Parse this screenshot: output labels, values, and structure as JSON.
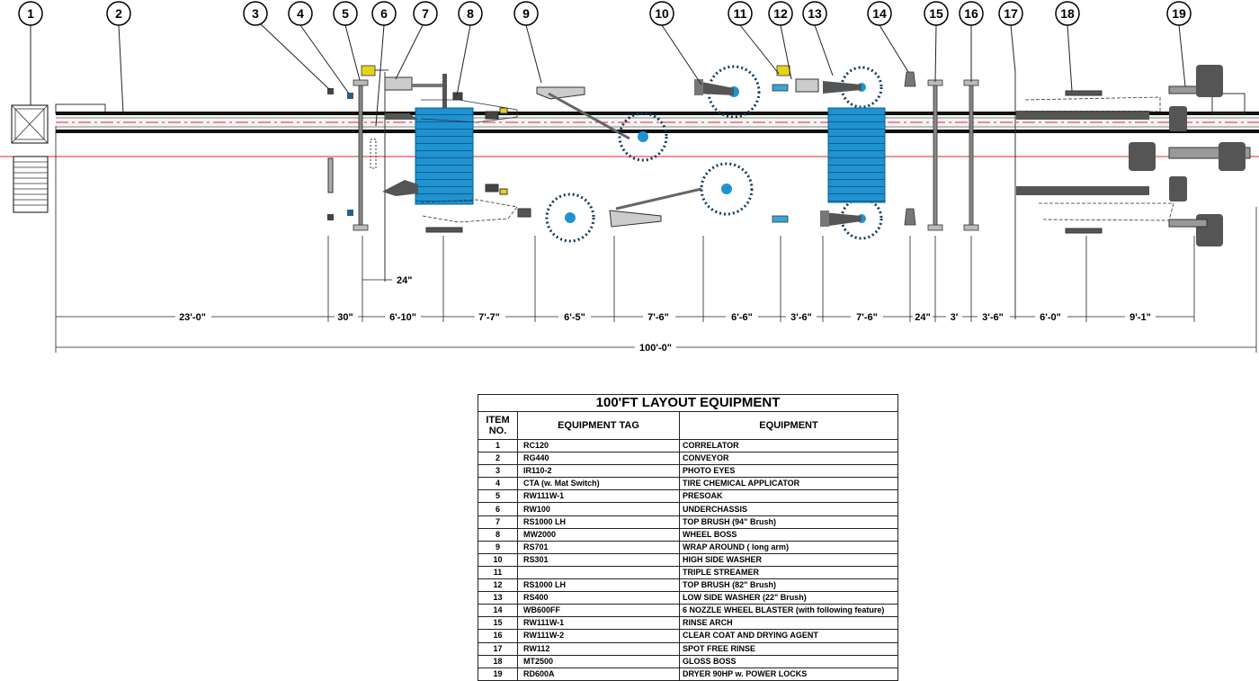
{
  "callouts": [
    "1",
    "2",
    "3",
    "4",
    "5",
    "6",
    "7",
    "8",
    "9",
    "10",
    "11",
    "12",
    "13",
    "14",
    "15",
    "16",
    "17",
    "18",
    "19"
  ],
  "dimensions": {
    "segments": [
      "23'-0\"",
      "30\"",
      "6'-10\"",
      "7'-7\"",
      "6'-5\"",
      "7'-6\"",
      "6'-6\"",
      "3'-6\"",
      "7'-6\"",
      "24\"",
      "3'",
      "3'-6\"",
      "6'-0\"",
      "9'-1\""
    ],
    "total": "100'-0\"",
    "underchassis": "24\""
  },
  "table": {
    "title": "100'FT LAYOUT EQUIPMENT",
    "headers": {
      "item_no": "ITEM NO.",
      "tag": "EQUIPMENT TAG",
      "equipment": "EQUIPMENT"
    },
    "rows": [
      {
        "no": "1",
        "tag": "RC120",
        "equipment": "CORRELATOR"
      },
      {
        "no": "2",
        "tag": "RG440",
        "equipment": "CONVEYOR"
      },
      {
        "no": "3",
        "tag": "IR110-2",
        "equipment": "PHOTO EYES"
      },
      {
        "no": "4",
        "tag": "CTA (w. Mat Switch)",
        "equipment": "TIRE CHEMICAL APPLICATOR"
      },
      {
        "no": "5",
        "tag": "RW111W-1",
        "equipment": "PRESOAK"
      },
      {
        "no": "6",
        "tag": "RW100",
        "equipment": "UNDERCHASSIS"
      },
      {
        "no": "7",
        "tag": "RS1000 LH",
        "equipment": "TOP BRUSH (94\" Brush)"
      },
      {
        "no": "8",
        "tag": "MW2000",
        "equipment": "WHEEL BOSS"
      },
      {
        "no": "9",
        "tag": "RS701",
        "equipment": "WRAP AROUND ( long arm)"
      },
      {
        "no": "10",
        "tag": "RS301",
        "equipment": "HIGH SIDE WASHER"
      },
      {
        "no": "11",
        "tag": "",
        "equipment": "TRIPLE STREAMER"
      },
      {
        "no": "12",
        "tag": "RS1000 LH",
        "equipment": "TOP BRUSH (82\" Brush)"
      },
      {
        "no": "13",
        "tag": "RS400",
        "equipment": "LOW SIDE WASHER (22\" Brush)"
      },
      {
        "no": "14",
        "tag": "WB600FF",
        "equipment": "6 NOZZLE WHEEL BLASTER (with following feature)"
      },
      {
        "no": "15",
        "tag": "RW111W-1",
        "equipment": "RINSE ARCH"
      },
      {
        "no": "16",
        "tag": "RW111W-2",
        "equipment": "CLEAR COAT AND DRYING AGENT"
      },
      {
        "no": "17",
        "tag": "RW112",
        "equipment": "SPOT FREE RINSE"
      },
      {
        "no": "18",
        "tag": "MT2500",
        "equipment": "GLOSS BOSS"
      },
      {
        "no": "19",
        "tag": "RD600A",
        "equipment": "DRYER 90HP w. POWER LOCKS"
      }
    ]
  },
  "colors": {
    "brush_blue": "#1f93d0",
    "brush_bristle": "#0e3a5c",
    "centerline_red": "#e8262b",
    "equipment_gray": "#555555",
    "photo_eye_yellow": "#e6d21a",
    "streamer_cyan": "#37a6d6"
  }
}
